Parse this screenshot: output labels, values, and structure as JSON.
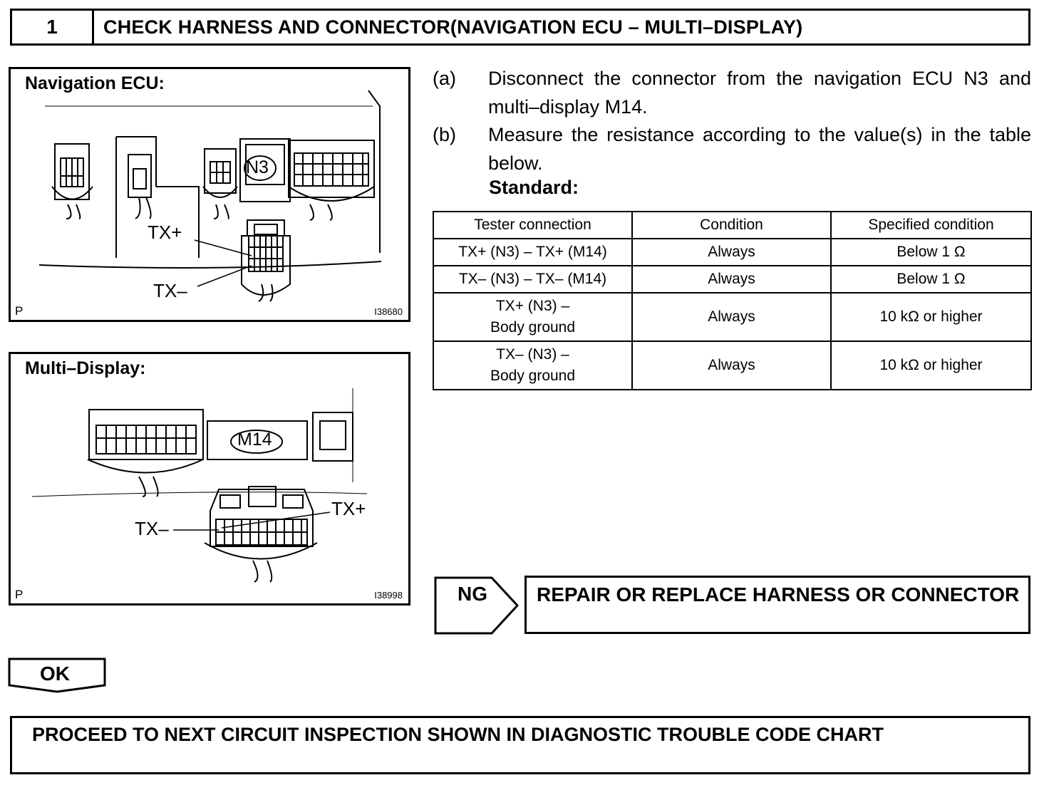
{
  "header": {
    "step_number": "1",
    "title": "CHECK HARNESS AND CONNECTOR(NAVIGATION ECU – MULTI–DISPLAY)"
  },
  "figure_nav": {
    "label": "Navigation ECU:",
    "connector": "N3",
    "pin_plus": "TX+",
    "pin_minus": "TX–",
    "corner": "P",
    "code": "I38680"
  },
  "figure_md": {
    "label": "Multi–Display:",
    "connector": "M14",
    "pin_plus": "TX+",
    "pin_minus": "TX–",
    "corner": "P",
    "code": "I38998"
  },
  "steps": [
    {
      "letter": "(a)",
      "text": "Disconnect the connector from the navigation ECU N3 and multi–display M14."
    },
    {
      "letter": "(b)",
      "text": "Measure the resistance according to the value(s) in the table below."
    }
  ],
  "standard_label": "Standard:",
  "table": {
    "headers": [
      "Tester connection",
      "Condition",
      "Specified condition"
    ],
    "rows": [
      [
        "TX+ (N3) – TX+ (M14)",
        "Always",
        "Below 1 Ω"
      ],
      [
        "TX– (N3) – TX– (M14)",
        "Always",
        "Below 1 Ω"
      ],
      [
        "TX+ (N3) –\nBody ground",
        "Always",
        "10 kΩ or higher"
      ],
      [
        "TX– (N3) –\nBody ground",
        "Always",
        "10 kΩ or higher"
      ]
    ]
  },
  "ng": {
    "label": "NG",
    "action": "REPAIR OR REPLACE HARNESS OR CONNECTOR"
  },
  "ok": {
    "label": "OK"
  },
  "final": {
    "text": "PROCEED TO NEXT CIRCUIT INSPECTION SHOWN IN DIAGNOSTIC TROUBLE CODE CHART"
  }
}
